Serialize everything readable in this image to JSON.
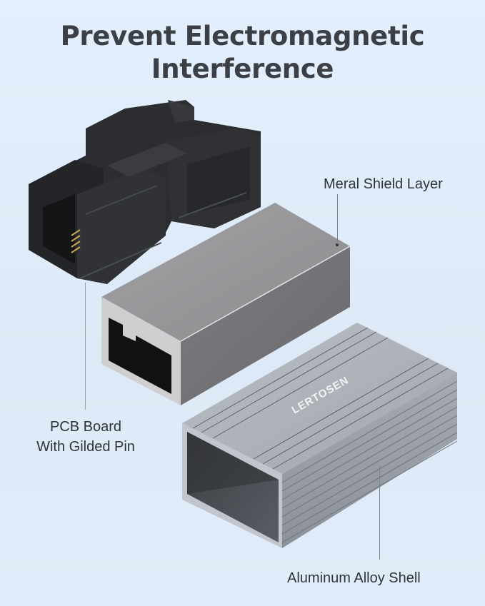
{
  "title": {
    "line1": "Prevent Electromagnetic",
    "line2": "Interference"
  },
  "callouts": {
    "pcb": {
      "line1": "PCB Board",
      "line2": "With Gilded Pin"
    },
    "shield": {
      "text": "Meral Shield Layer"
    },
    "alloy": {
      "text": "Aluminum Alloy Shell"
    }
  },
  "brand_logo": {
    "text": "LERTOSEN"
  },
  "colors": {
    "background": "#e2eefb",
    "title_text": "#3c4046",
    "label_text": "#2f343a",
    "pcb_housing": "#2b2d31",
    "metal_shield": "#8f8f92",
    "aluminum_shell": "#a9adb4",
    "gold_pins": "#c9a45a"
  }
}
